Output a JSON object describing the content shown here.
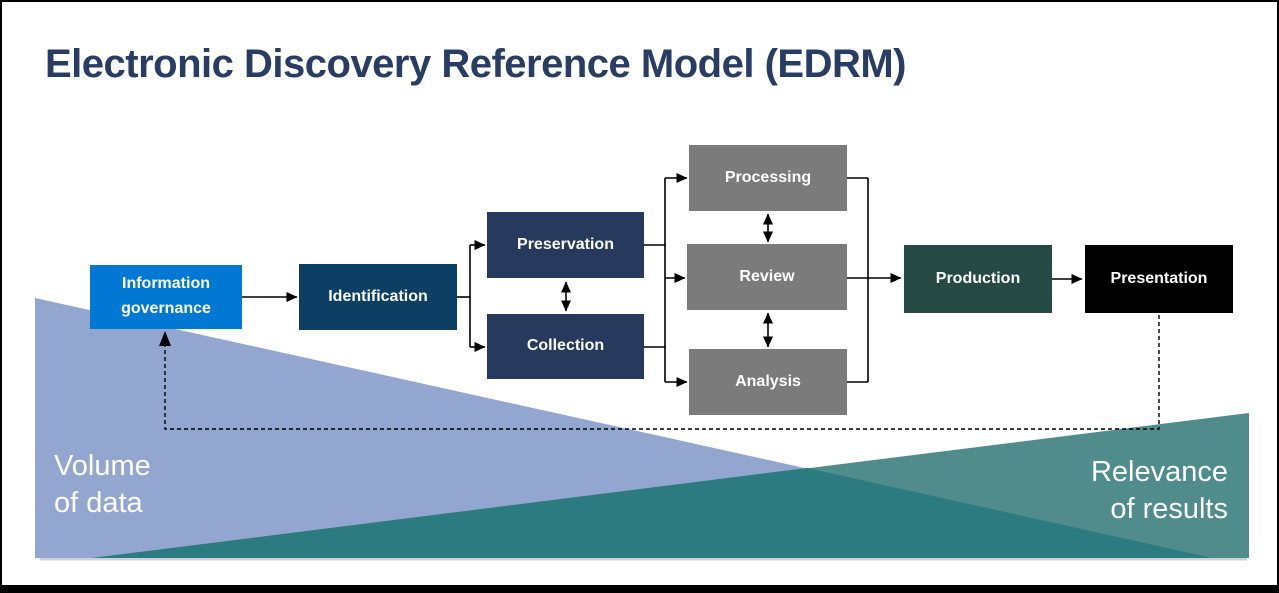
{
  "title": "Electronic Discovery Reference Model (EDRM)",
  "colors": {
    "title": "#283c64",
    "connector": "#000000",
    "volume_triangle": "#93a6d0",
    "relevance_triangle": "#4f8c8b",
    "overlap_triangle": "#2b7b81"
  },
  "stages": [
    {
      "label": "Information governance",
      "color": "#0078d4"
    },
    {
      "label": "Identification",
      "color": "#0c3f63"
    },
    {
      "label": "Preservation",
      "color": "#273a5d"
    },
    {
      "label": "Collection",
      "color": "#273a5d"
    },
    {
      "label": "Processing",
      "color": "#7b7b7b"
    },
    {
      "label": "Review",
      "color": "#7b7b7b"
    },
    {
      "label": "Analysis",
      "color": "#7b7b7b"
    },
    {
      "label": "Production",
      "color": "#254a44"
    },
    {
      "label": "Presentation",
      "color": "#000000"
    }
  ],
  "labels": {
    "volume": {
      "line1": "Volume",
      "line2": "of data"
    },
    "relevance": {
      "line1": "Relevance",
      "line2": "of results"
    }
  }
}
